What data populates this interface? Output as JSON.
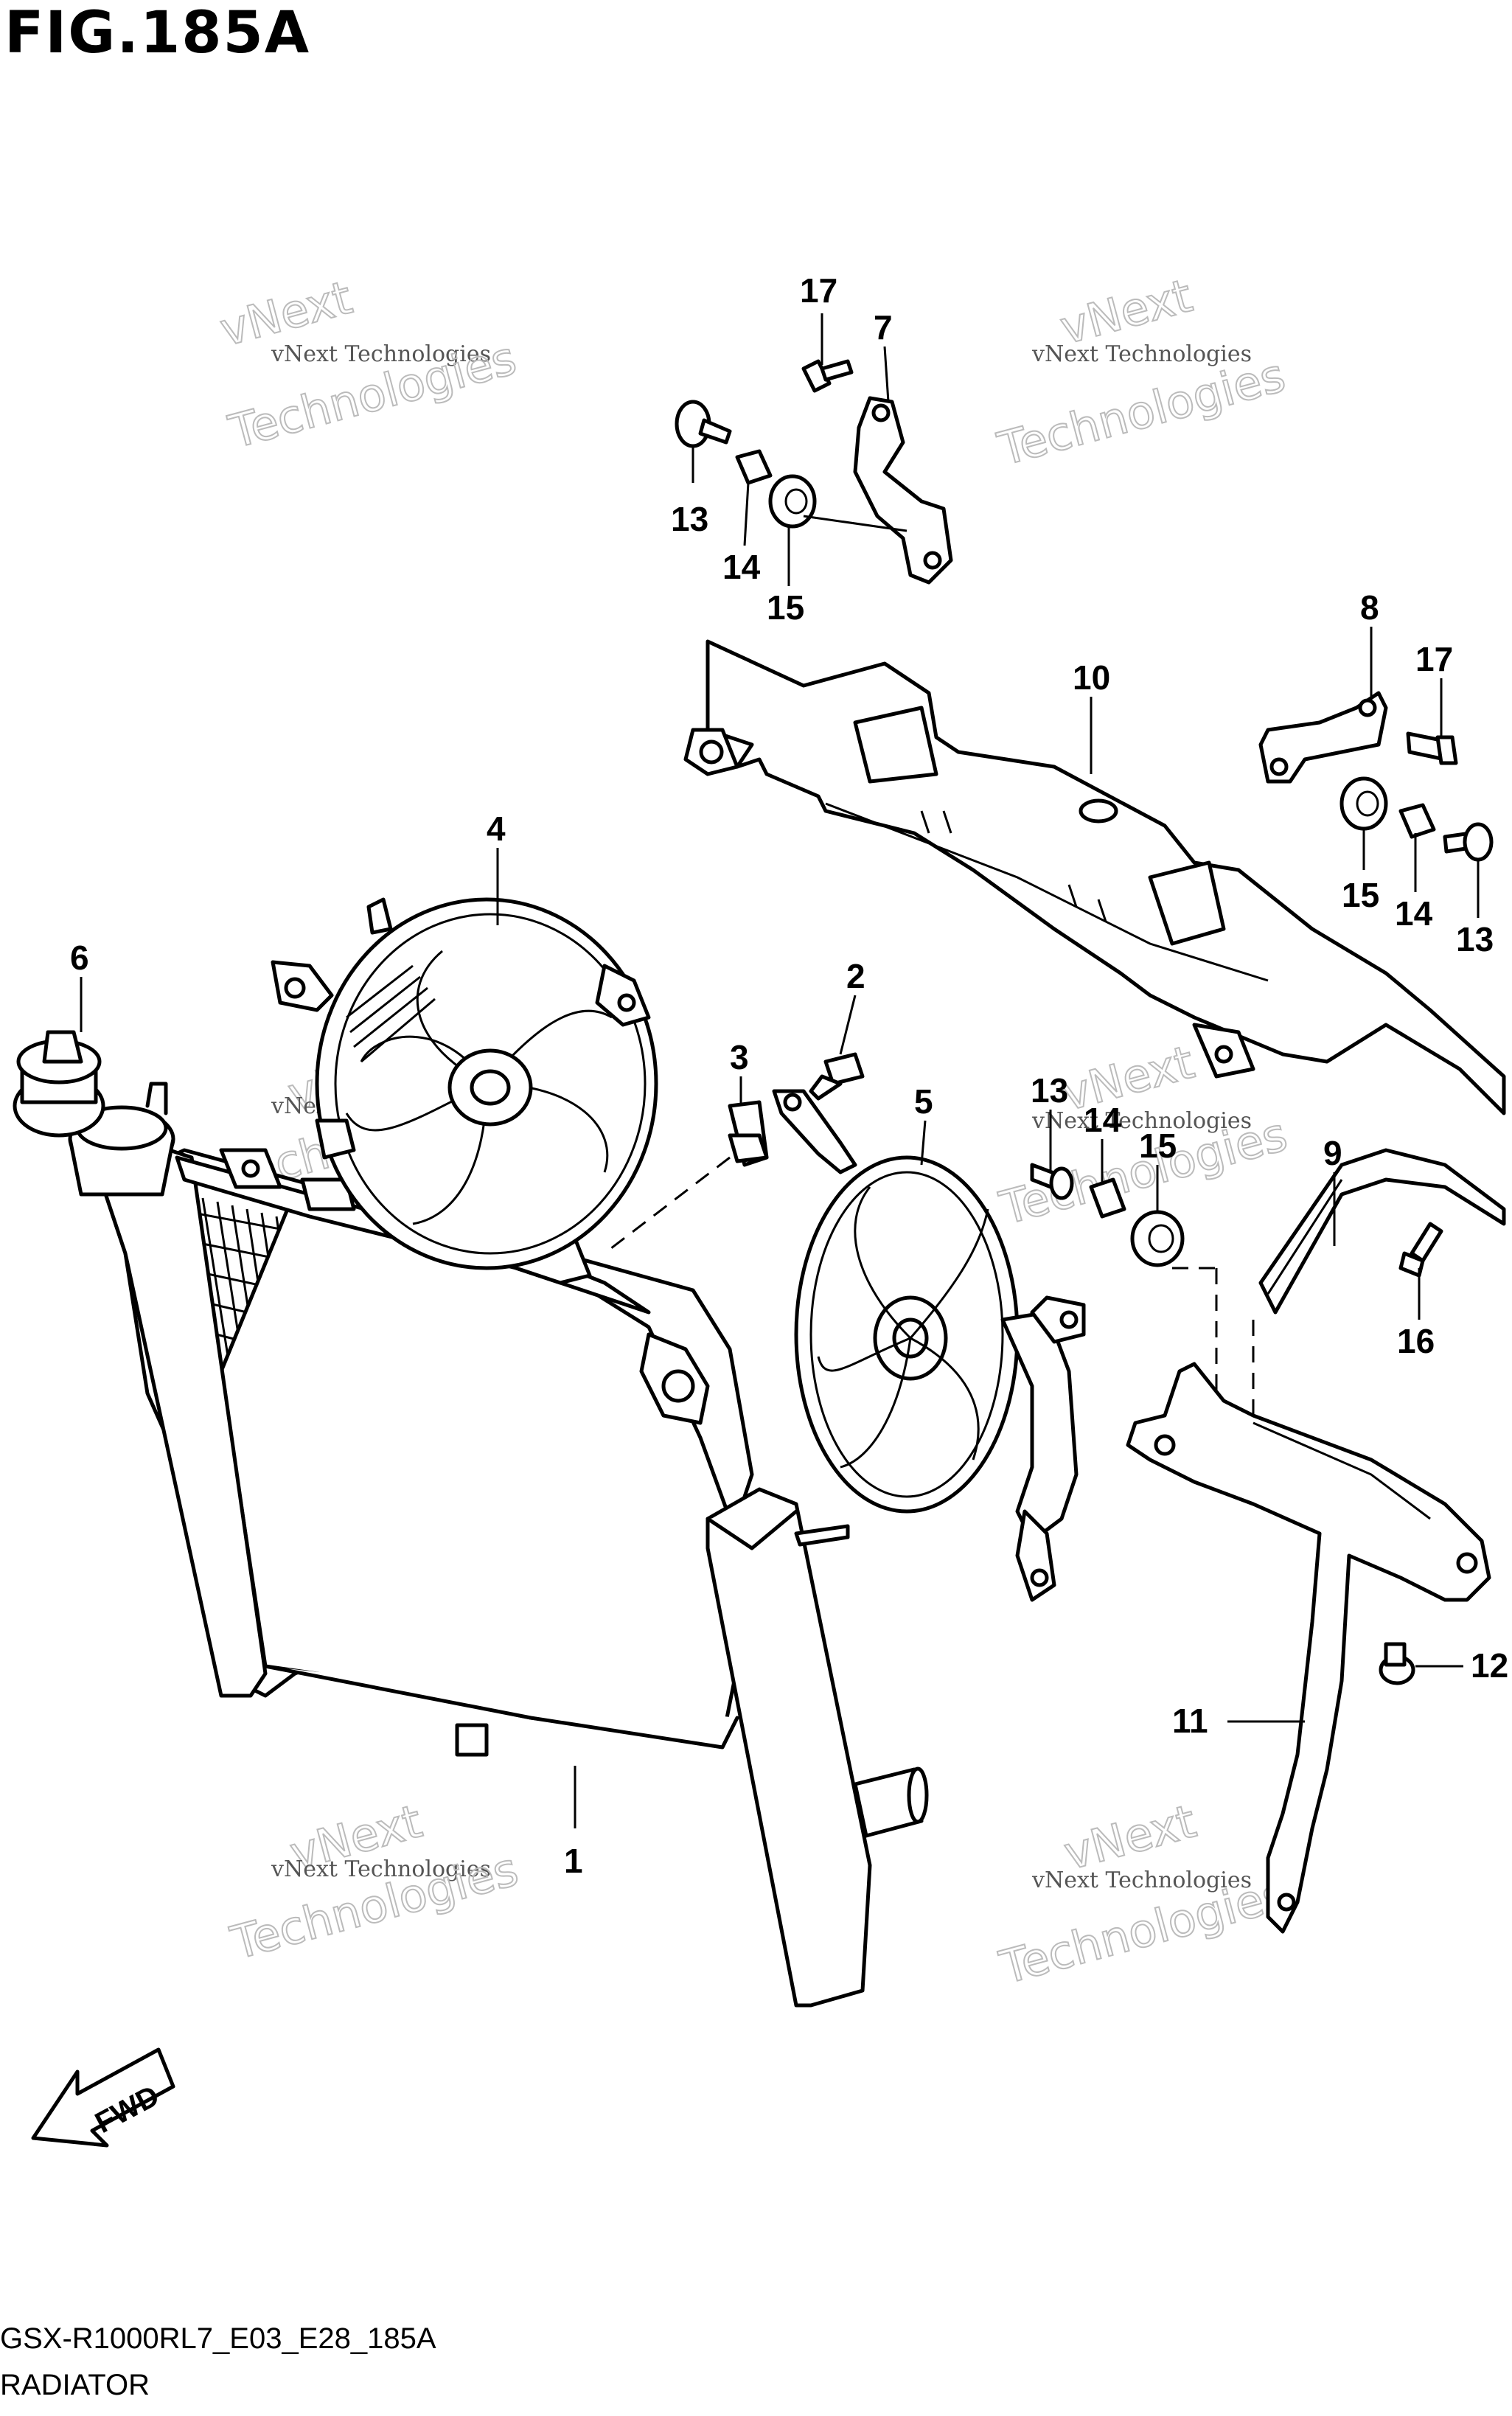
{
  "figure": {
    "title": "FIG.185A",
    "model_code": "GSX-R1000RL7_E03_E28_185A",
    "name": "RADIATOR"
  },
  "fwd_label": "FWD",
  "watermark": {
    "line1": "vNext Technologies",
    "line2": "vNext",
    "line3": "Technologies"
  },
  "callouts": [
    {
      "id": "c17a",
      "label": "17"
    },
    {
      "id": "c7",
      "label": "7"
    },
    {
      "id": "c13a",
      "label": "13"
    },
    {
      "id": "c14a",
      "label": "14"
    },
    {
      "id": "c15a",
      "label": "15"
    },
    {
      "id": "c8",
      "label": "8"
    },
    {
      "id": "c17b",
      "label": "17"
    },
    {
      "id": "c10",
      "label": "10"
    },
    {
      "id": "c15b",
      "label": "15"
    },
    {
      "id": "c14b",
      "label": "14"
    },
    {
      "id": "c13b",
      "label": "13"
    },
    {
      "id": "c4",
      "label": "4"
    },
    {
      "id": "c6",
      "label": "6"
    },
    {
      "id": "c2",
      "label": "2"
    },
    {
      "id": "c3",
      "label": "3"
    },
    {
      "id": "c5",
      "label": "5"
    },
    {
      "id": "c13c",
      "label": "13"
    },
    {
      "id": "c14c",
      "label": "14"
    },
    {
      "id": "c15c",
      "label": "15"
    },
    {
      "id": "c9",
      "label": "9"
    },
    {
      "id": "c16",
      "label": "16"
    },
    {
      "id": "c12",
      "label": "12"
    },
    {
      "id": "c11",
      "label": "11"
    },
    {
      "id": "c1",
      "label": "1"
    }
  ]
}
